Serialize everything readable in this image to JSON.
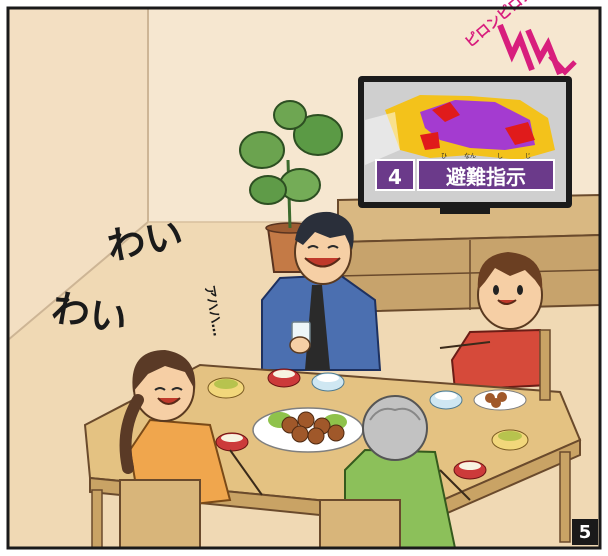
{
  "panel": {
    "number": "5"
  },
  "tv": {
    "channel": "4",
    "caption": "避難指示",
    "ruby": [
      "ひ",
      "なん",
      "し",
      "じ"
    ],
    "sfx": "ピロンピロン"
  },
  "sfx": {
    "waiwai_1": "わい",
    "waiwai_2": "わい",
    "laugh": "アハハ…"
  },
  "colors": {
    "wall": "#f5e6cf",
    "floor": "#f1dcb9",
    "table": "#e4c282",
    "tv_banner": "#6b3a8a",
    "alert_purple": "#a43bd0",
    "alert_red": "#e01b1b",
    "alert_yellow": "#f3c21b",
    "sfx_magenta": "#d81e7d"
  }
}
